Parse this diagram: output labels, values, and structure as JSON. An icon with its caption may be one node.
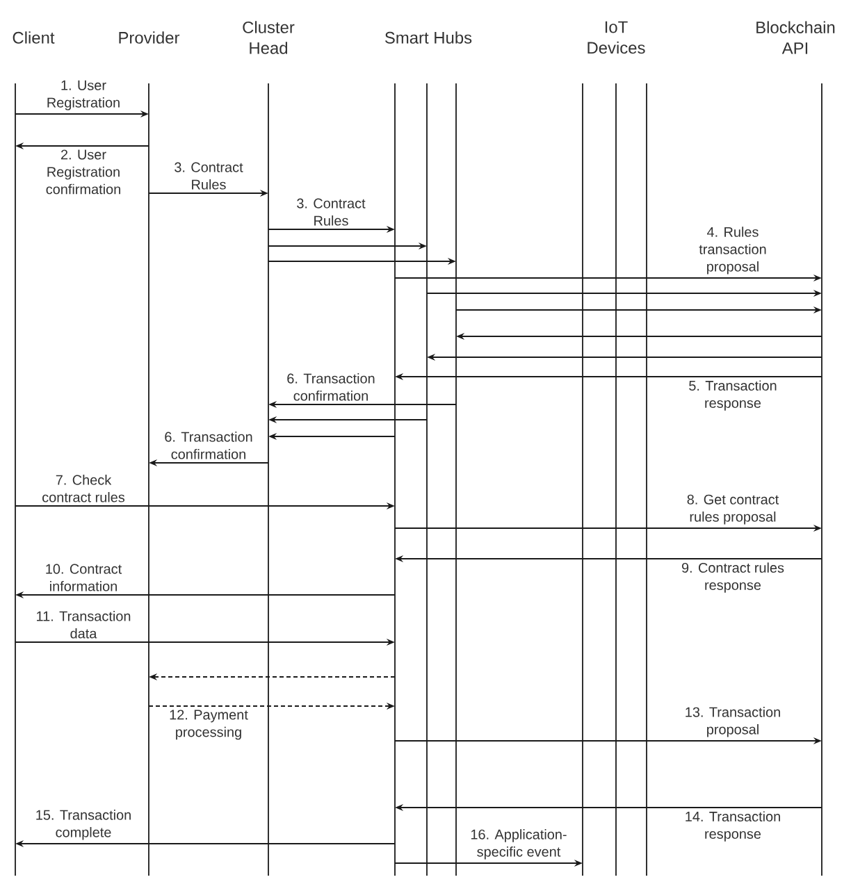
{
  "diagram": {
    "nodes": [
      {
        "text": [],
        "shape": "line",
        "beside": [
          "Client"
        ]
      },
      {
        "text": [],
        "shape": "line",
        "beside": [
          "Provider"
        ]
      },
      {
        "text": [],
        "shape": "line",
        "beside": [
          "Cluster Head"
        ]
      },
      {
        "text": [],
        "shape": "line"
      },
      {
        "text": [],
        "shape": "line",
        "beside": [
          "Smart Hubs"
        ]
      },
      {
        "text": [],
        "shape": "line"
      },
      {
        "text": [],
        "shape": "line"
      },
      {
        "text": [],
        "shape": "line",
        "beside": [
          "IoT Devices"
        ]
      },
      {
        "text": [],
        "shape": "line"
      },
      {
        "text": [],
        "shape": "line",
        "beside": [
          "Blockchain API"
        ]
      }
    ],
    "edges": [
      {
        "from": 0,
        "to": 1,
        "arrow": "to",
        "label": "1. User Registration"
      },
      {
        "from": 1,
        "to": 0,
        "arrow": "to",
        "label": "2. User Registration confirmation"
      },
      {
        "from": 1,
        "to": 2,
        "arrow": "to",
        "label": "3. Contract Rules"
      },
      {
        "from": 2,
        "to": 3,
        "arrow": "to",
        "label": "3. Contract Rules"
      },
      {
        "from": 2,
        "to": 4,
        "arrow": "to"
      },
      {
        "from": 2,
        "to": 5,
        "arrow": "to"
      },
      {
        "from": 3,
        "to": 9,
        "arrow": "to",
        "label": "4. Rules transaction proposal"
      },
      {
        "from": 4,
        "to": 9,
        "arrow": "to"
      },
      {
        "from": 5,
        "to": 9,
        "arrow": "to"
      },
      {
        "from": 9,
        "to": 5,
        "arrow": "to"
      },
      {
        "from": 9,
        "to": 4,
        "arrow": "to"
      },
      {
        "from": 9,
        "to": 3,
        "arrow": "to",
        "label": "5. Transaction response"
      },
      {
        "from": 5,
        "to": 2,
        "arrow": "to",
        "label": "6. Transaction confirmation"
      },
      {
        "from": 4,
        "to": 2,
        "arrow": "to"
      },
      {
        "from": 3,
        "to": 2,
        "arrow": "to"
      },
      {
        "from": 2,
        "to": 1,
        "arrow": "to",
        "label": "6. Transaction confirmation"
      },
      {
        "from": 0,
        "to": 3,
        "arrow": "to",
        "label": "7. Check contract rules"
      },
      {
        "from": 3,
        "to": 9,
        "arrow": "to",
        "label": "8. Get contract rules proposal"
      },
      {
        "from": 9,
        "to": 3,
        "arrow": "to",
        "label": "9. Contract rules response"
      },
      {
        "from": 3,
        "to": 0,
        "arrow": "to",
        "label": "10. Contract information"
      },
      {
        "from": 0,
        "to": 3,
        "arrow": "to",
        "label": "11. Transaction data"
      },
      {
        "from": 3,
        "to": 1,
        "arrow": "to",
        "style": "dashed"
      },
      {
        "from": 1,
        "to": 3,
        "arrow": "to",
        "style": "dashed",
        "label": "12. Payment processing"
      },
      {
        "from": 3,
        "to": 9,
        "arrow": "to",
        "label": "13. Transaction proposal"
      },
      {
        "from": 9,
        "to": 3,
        "arrow": "to",
        "label": "14. Transaction response"
      },
      {
        "from": 3,
        "to": 0,
        "arrow": "to",
        "label": "15. Transaction complete"
      },
      {
        "from": 3,
        "to": 6,
        "arrow": "to",
        "label": "16. Application-specific event"
      }
    ]
  }
}
